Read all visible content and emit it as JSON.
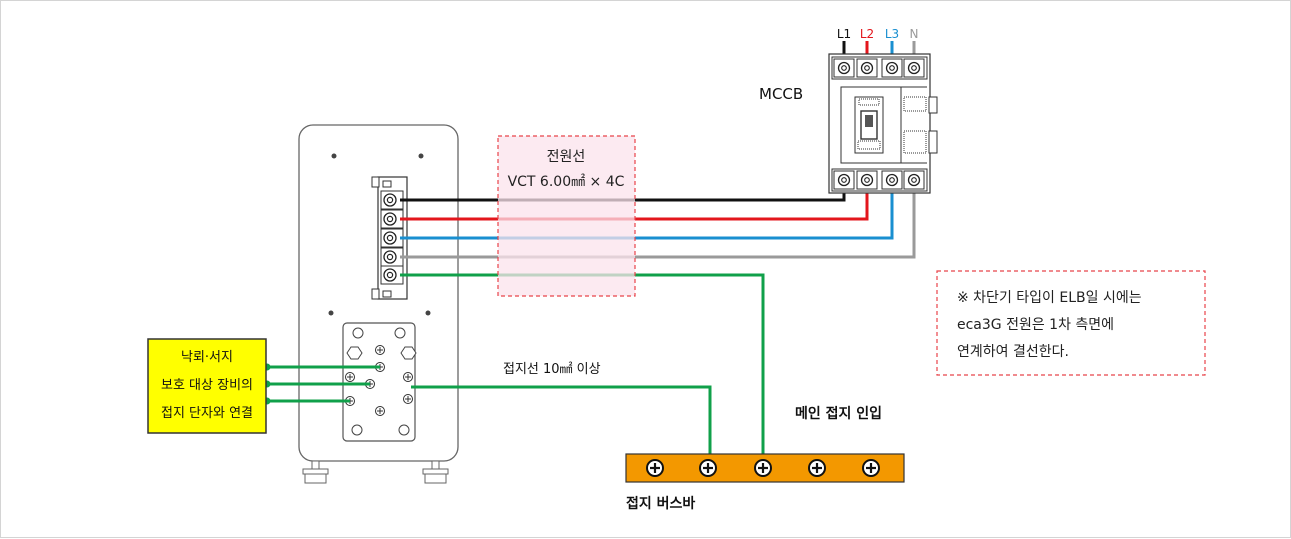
{
  "terminals": {
    "l1": "L1",
    "l2": "L2",
    "l3": "L3",
    "n": "N"
  },
  "mccb_label": "MCCB",
  "power_cable": {
    "line1": "전원선",
    "line2": "VCT 6.00㎟ × 4C"
  },
  "ground_wire_label": "접지선 10㎟ 이상",
  "main_ground_label": "메인 접지 인입",
  "busbar_label": "접지 버스바",
  "protected_box": {
    "line1": "낙뢰·서지",
    "line2": "보호 대상 장비의",
    "line3": "접지 단자와 연결"
  },
  "note": {
    "line1": "※ 차단기 타입이 ELB일 시에는",
    "line2": "eca3G 전원은 1차 측면에",
    "line3": "연계하여 결선한다."
  },
  "colors": {
    "l1": "#111111",
    "l2": "#e3161c",
    "l3": "#1a8fd0",
    "n": "#9a9a9a",
    "ground": "#10a04a",
    "busbar": "#f39800",
    "highlight_box": "#ffff00",
    "dash_red": "#e8434a",
    "pink_fill": "#fbe3ec"
  },
  "icons": [
    "screw-icon",
    "bolt-icon"
  ]
}
